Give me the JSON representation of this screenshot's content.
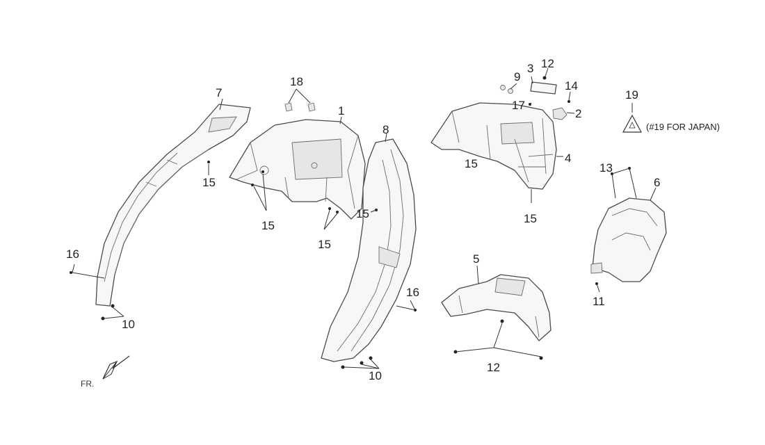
{
  "callouts": {
    "c1": "1",
    "c2": "2",
    "c3": "3",
    "c4": "4",
    "c5": "5",
    "c6": "6",
    "c7": "7",
    "c8": "8",
    "c9": "9",
    "c10": "10",
    "c11": "11",
    "c12": "12",
    "c13": "13",
    "c14": "14",
    "c15": "15",
    "c16": "16",
    "c17": "17",
    "c18": "18",
    "c19": "19"
  },
  "note_japan": "(#19 FOR JAPAN)",
  "direction_label": "FR."
}
